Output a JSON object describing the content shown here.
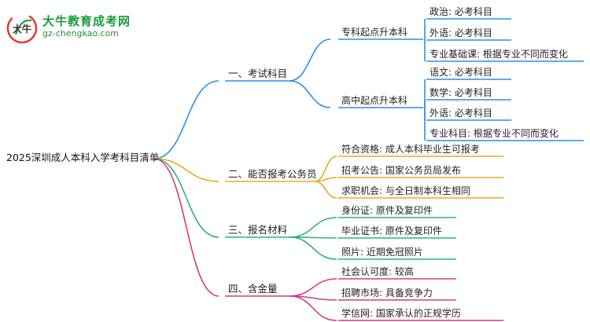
{
  "logo": {
    "title": "大牛教育成考网",
    "subtitle": "gz-chengkao.com",
    "mark_text": "大牛"
  },
  "mindmap": {
    "root": "2025深圳成人本科入学考科目清单",
    "branches": [
      {
        "label": "一、考试科目",
        "color": "#2b8fe8",
        "children": [
          {
            "label": "专科起点升本科",
            "children": [
              "政治: 必考科目",
              "外语: 必考科目",
              "专业基础课: 根据专业不同而变化"
            ]
          },
          {
            "label": "高中起点升本科",
            "children": [
              "语文: 必考科目",
              "数学: 必考科目",
              "外语: 必考科目",
              "专业科目: 根据专业不同而变化"
            ]
          }
        ]
      },
      {
        "label": "二、能否报考公务员",
        "color": "#f0a81c",
        "children": [
          "符合资格: 成人本科毕业生可报考",
          "招考公告: 国家公务员局发布",
          "求职机会: 与全日制本科生相同"
        ]
      },
      {
        "label": "三、报名材料",
        "color": "#2fb37a",
        "children": [
          "身份证: 原件及复印件",
          "毕业证书: 原件及复印件",
          "照片: 近期免冠照片"
        ]
      },
      {
        "label": "四、含金量",
        "color": "#d63a7c",
        "children": [
          "社会认可度: 较高",
          "招聘市场: 具备竞争力",
          "学信网: 国家承认的正规学历"
        ]
      }
    ]
  }
}
